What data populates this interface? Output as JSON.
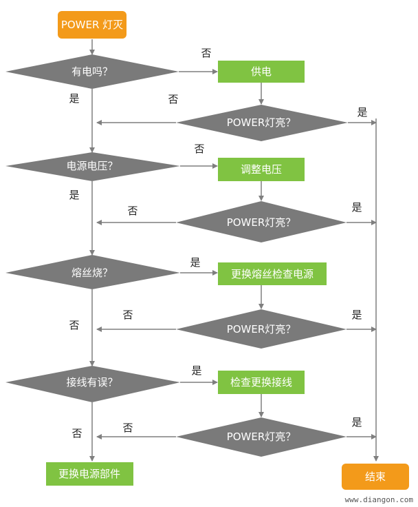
{
  "colors": {
    "start_box": "#f39a1a",
    "end_box": "#f39a1a",
    "action_box": "#80c342",
    "decision": "#7a7a7a",
    "line": "#7f7f7f"
  },
  "start": {
    "label": "POWER 灯灭"
  },
  "end": {
    "label": "结束"
  },
  "checks": [
    {
      "question": "有电吗？",
      "yes": "是",
      "no": "否",
      "branch_label": "否",
      "action": "供电",
      "loop_label": "否"
    },
    {
      "question": "电源电压？",
      "yes": "是",
      "no": "否",
      "branch_label": "否",
      "action": "调整电压",
      "loop_label": "否"
    },
    {
      "question": "熔丝烧？",
      "yes": "是",
      "no": "否",
      "branch_label": "是",
      "action": "更换熔丝检查电源",
      "loop_label": "否"
    },
    {
      "question": "接线有误？",
      "yes": "是",
      "no": "否",
      "branch_label": "是",
      "action": "检查更换接线",
      "loop_label": "否"
    }
  ],
  "power_checks": [
    {
      "label": "POWER灯亮？",
      "yes": "是"
    },
    {
      "label": "POWER灯亮？",
      "yes": "是"
    },
    {
      "label": "POWER灯亮？",
      "yes": "是"
    },
    {
      "label": "POWER灯亮？",
      "yes": "是"
    }
  ],
  "down_labels": [
    "是",
    "是",
    "否",
    "否"
  ],
  "final_action": {
    "label": "更换电源部件"
  },
  "watermark": "www.diangon.com"
}
